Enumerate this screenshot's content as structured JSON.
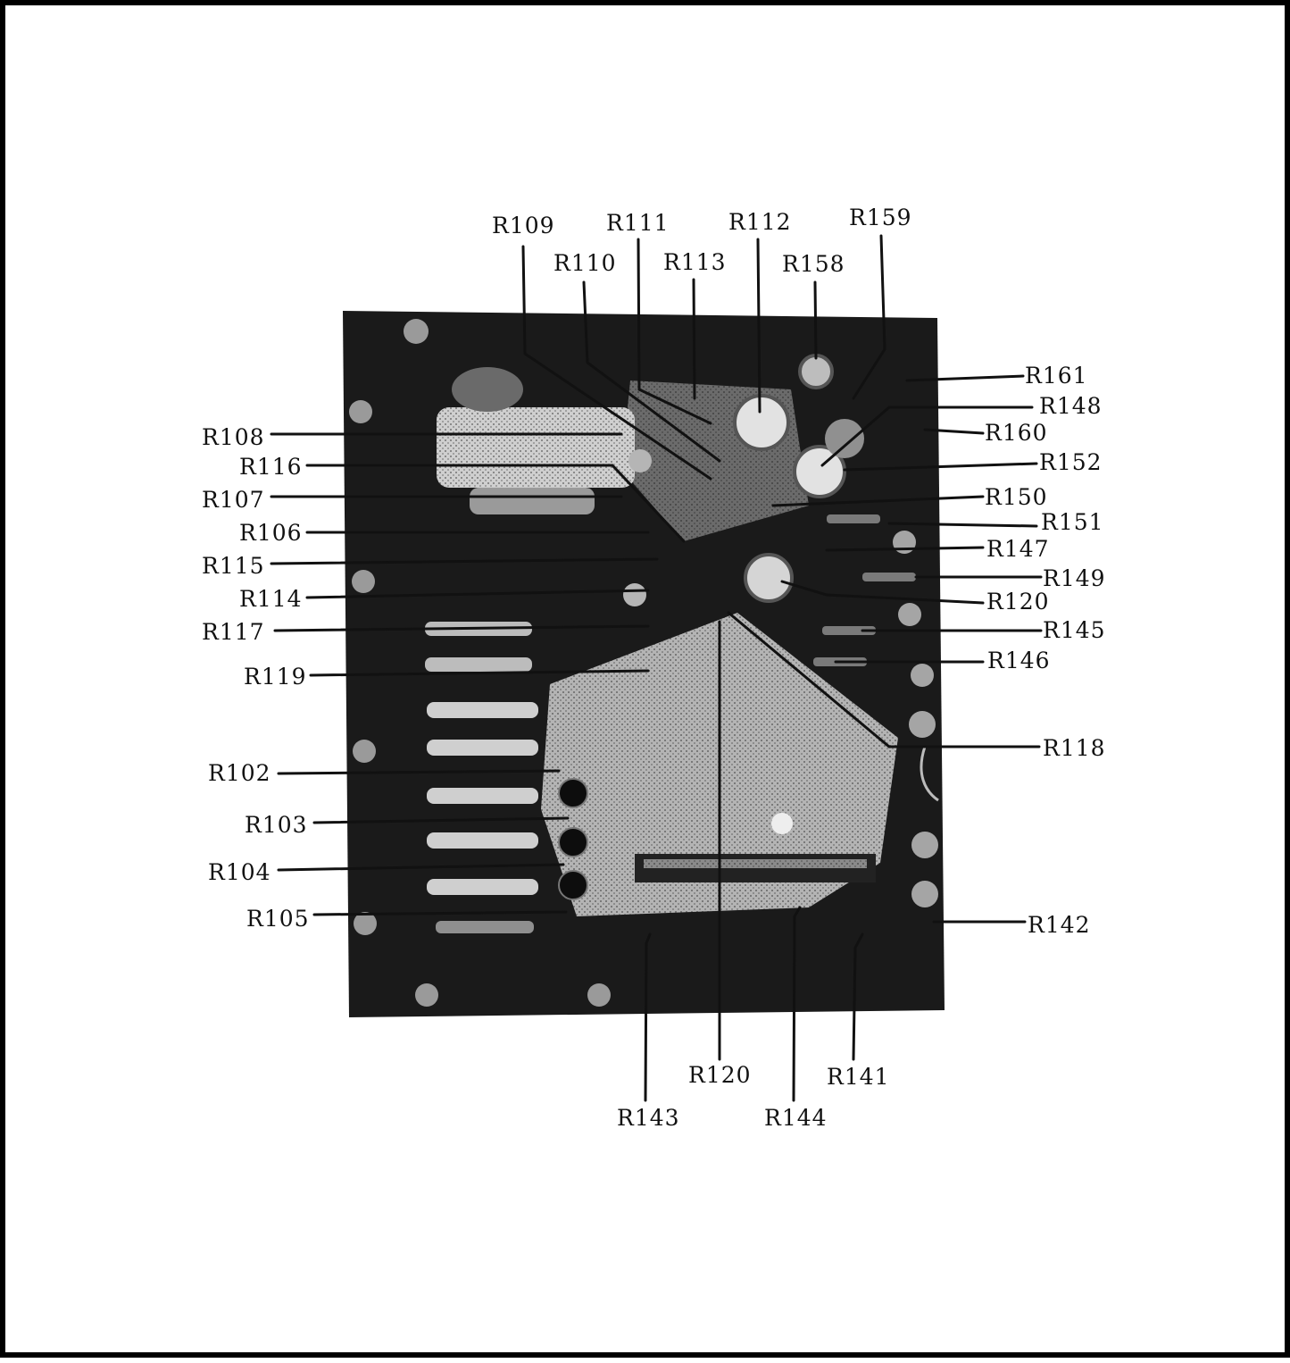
{
  "colors": {
    "board": "#1a1a1a",
    "component_light": "#d8d8d8",
    "ink": "#111111"
  },
  "callouts": [
    {
      "id": "R109",
      "text": "R109"
    },
    {
      "id": "R111",
      "text": "R111"
    },
    {
      "id": "R112",
      "text": "R112"
    },
    {
      "id": "R159",
      "text": "R159"
    },
    {
      "id": "R110",
      "text": "R110"
    },
    {
      "id": "R113",
      "text": "R113"
    },
    {
      "id": "R158",
      "text": "R158"
    },
    {
      "id": "R161",
      "text": "R161"
    },
    {
      "id": "R148",
      "text": "R148"
    },
    {
      "id": "R160",
      "text": "R160"
    },
    {
      "id": "R152",
      "text": "R152"
    },
    {
      "id": "R150",
      "text": "R150"
    },
    {
      "id": "R151",
      "text": "R151"
    },
    {
      "id": "R147",
      "text": "R147"
    },
    {
      "id": "R149",
      "text": "R149"
    },
    {
      "id": "R120a",
      "text": "R120"
    },
    {
      "id": "R145",
      "text": "R145"
    },
    {
      "id": "R146",
      "text": "R146"
    },
    {
      "id": "R118",
      "text": "R118"
    },
    {
      "id": "R142",
      "text": "R142"
    },
    {
      "id": "R108",
      "text": "R108"
    },
    {
      "id": "R116",
      "text": "R116"
    },
    {
      "id": "R107",
      "text": "R107"
    },
    {
      "id": "R106",
      "text": "R106"
    },
    {
      "id": "R115",
      "text": "R115"
    },
    {
      "id": "R114",
      "text": "R114"
    },
    {
      "id": "R117",
      "text": "R117"
    },
    {
      "id": "R119",
      "text": "R119"
    },
    {
      "id": "R102",
      "text": "R102"
    },
    {
      "id": "R103",
      "text": "R103"
    },
    {
      "id": "R104",
      "text": "R104"
    },
    {
      "id": "R105",
      "text": "R105"
    },
    {
      "id": "R120b",
      "text": "R120"
    },
    {
      "id": "R141",
      "text": "R141"
    },
    {
      "id": "R143",
      "text": "R143"
    },
    {
      "id": "R144",
      "text": "R144"
    }
  ]
}
